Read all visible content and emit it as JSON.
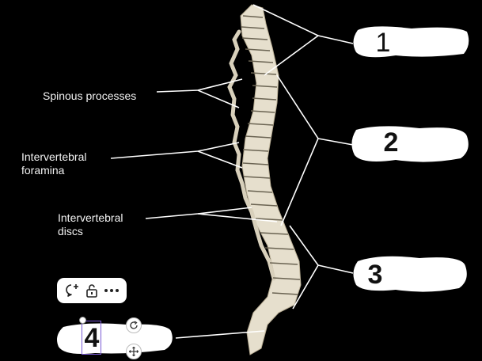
{
  "labels": {
    "spinous": "Spinous processes",
    "foramina_line1": "Intervertebral",
    "foramina_line2": "foramina",
    "discs_line1": "Intervertebral",
    "discs_line2": "discs"
  },
  "answer_blobs": [
    "1",
    "2",
    "3",
    "4"
  ],
  "toolbar": {
    "comment_icon": "comment-add-icon",
    "lock_icon": "unlock-icon",
    "more_icon": "more-icon"
  },
  "controls": {
    "rotate_icon": "rotate-icon",
    "move_icon": "move-icon"
  },
  "colors": {
    "background": "#000000",
    "bone": "#e6dfcd",
    "selection": "#7b5cd6"
  }
}
